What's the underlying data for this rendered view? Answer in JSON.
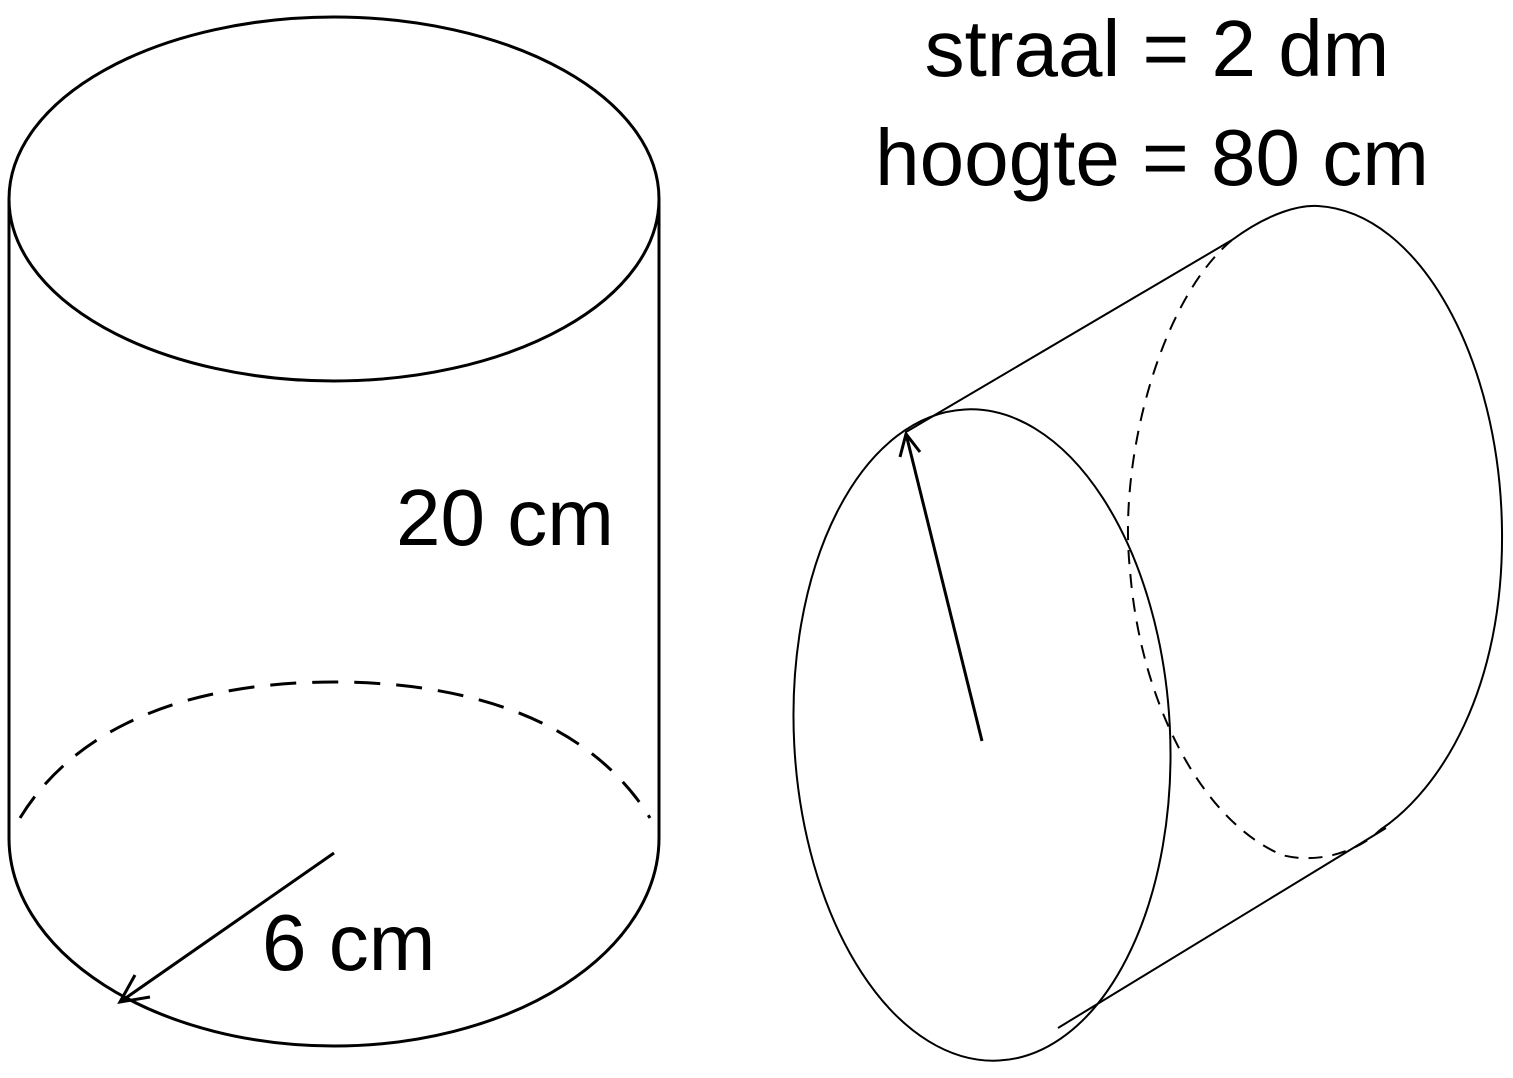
{
  "left_cylinder": {
    "height_label": "20 cm",
    "radius_label": "6 cm"
  },
  "right_cylinder": {
    "radius_text": "straal = 2 dm",
    "height_text": "hoogte = 80 cm"
  }
}
